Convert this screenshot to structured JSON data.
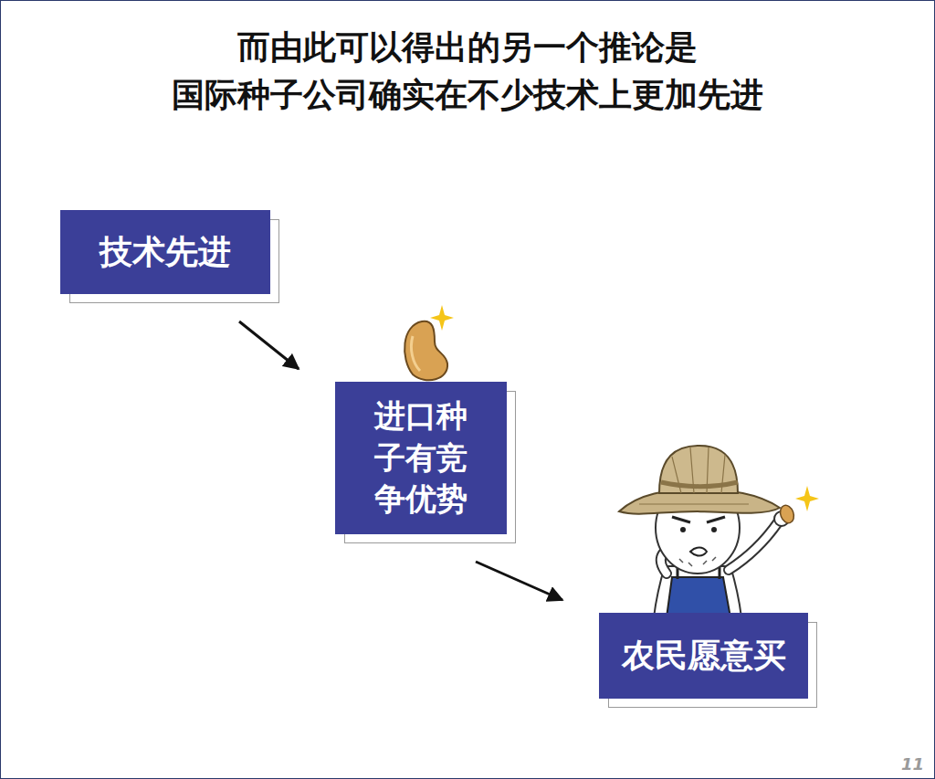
{
  "diagram": {
    "title": "而由此可以得出的另一个推论是 国际种子公司确实在不少技术上更加先进",
    "nodes": [
      {
        "text": [
          "技术先进"
        ]
      },
      {
        "text": [
          "进口种子有竞争优势"
        ]
      },
      {
        "text": [
          "农民愿意买"
        ]
      }
    ],
    "edges": [
      {
        "from": 0,
        "to": 1,
        "arrow": "to"
      },
      {
        "from": 1,
        "to": 2,
        "arrow": "to"
      }
    ],
    "labels": [
      "11"
    ]
  }
}
